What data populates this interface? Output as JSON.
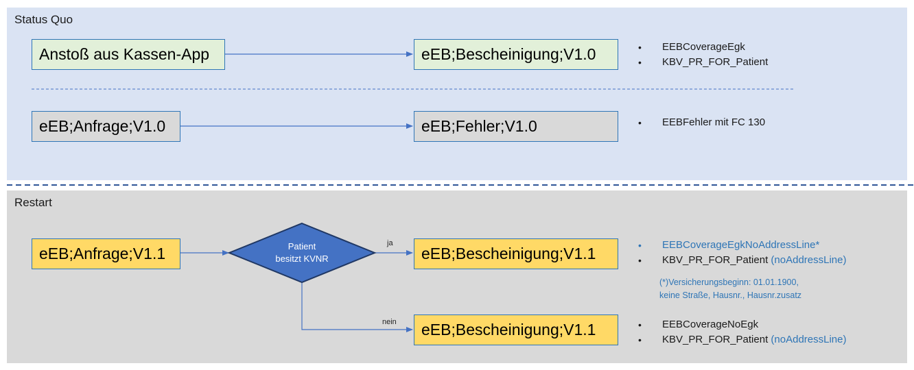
{
  "status_quo": {
    "title": "Status Quo",
    "flow1": {
      "source": "Anstoß aus Kassen-App",
      "target": "eEB;Bescheinigung;V1.0",
      "bullets": [
        "EEBCoverageEgk",
        "KBV_PR_FOR_Patient"
      ]
    },
    "flow2": {
      "source": "eEB;Anfrage;V1.0",
      "target": "eEB;Fehler;V1.0",
      "bullets": [
        "EEBFehler mit FC 130"
      ]
    }
  },
  "restart": {
    "title": "Restart",
    "source": "eEB;Anfrage;V1.1",
    "decision": {
      "line1": "Patient",
      "line2": "besitzt KVNR"
    },
    "yes": {
      "label": "ja",
      "target": "eEB;Bescheinigung;V1.1",
      "bullet1": "EEBCoverageEgkNoAddressLine*",
      "bullet2_main": "KBV_PR_FOR_Patient",
      "bullet2_suffix": "(noAddressLine)",
      "note_line1": "(*)Versicherungsbeginn: 01.01.1900,",
      "note_line2": "keine Straße, Hausnr., Hausnr.zusatz"
    },
    "no": {
      "label": "nein",
      "target": "eEB;Bescheinigung;V1.1",
      "bullet1": "EEBCoverageNoEgk",
      "bullet2_main": "KBV_PR_FOR_Patient",
      "bullet2_suffix": "(noAddressLine)"
    }
  },
  "colors": {
    "top_panel": "#dae3f3",
    "bottom_panel": "#d9d9d9",
    "connector": "#4472c4",
    "decision_fill": "#4472c4",
    "decision_border": "#203864",
    "highlight_text": "#2e75b6",
    "box_green": "#e2f0d9",
    "box_yellow": "#ffd966"
  }
}
